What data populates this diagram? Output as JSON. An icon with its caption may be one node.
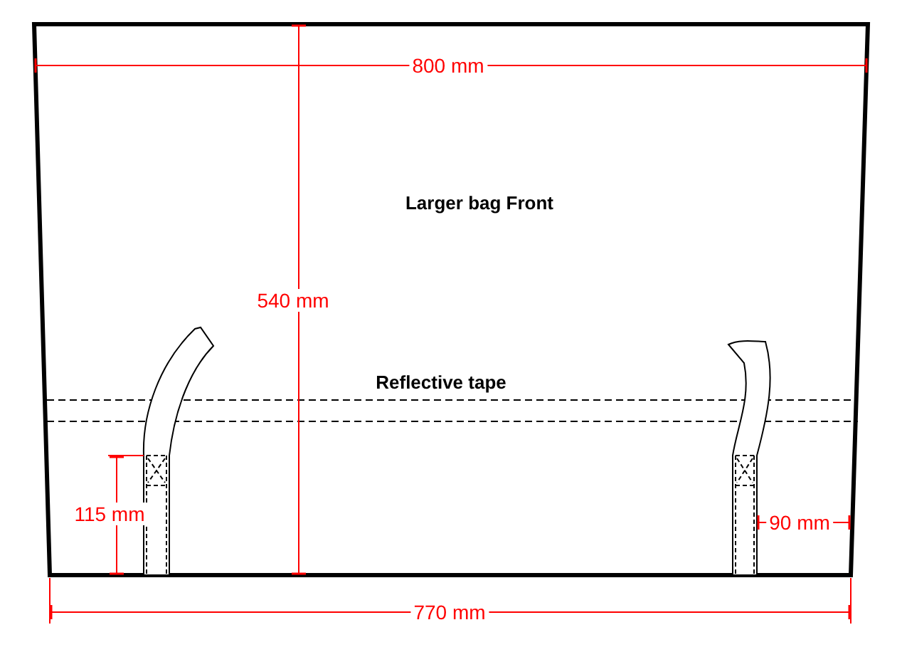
{
  "diagram": {
    "labels": [
      "800 mm",
      "Larger bag Front",
      "540 mm",
      "Reflective tape",
      "115 mm",
      "90 mm",
      "770 mm"
    ]
  }
}
